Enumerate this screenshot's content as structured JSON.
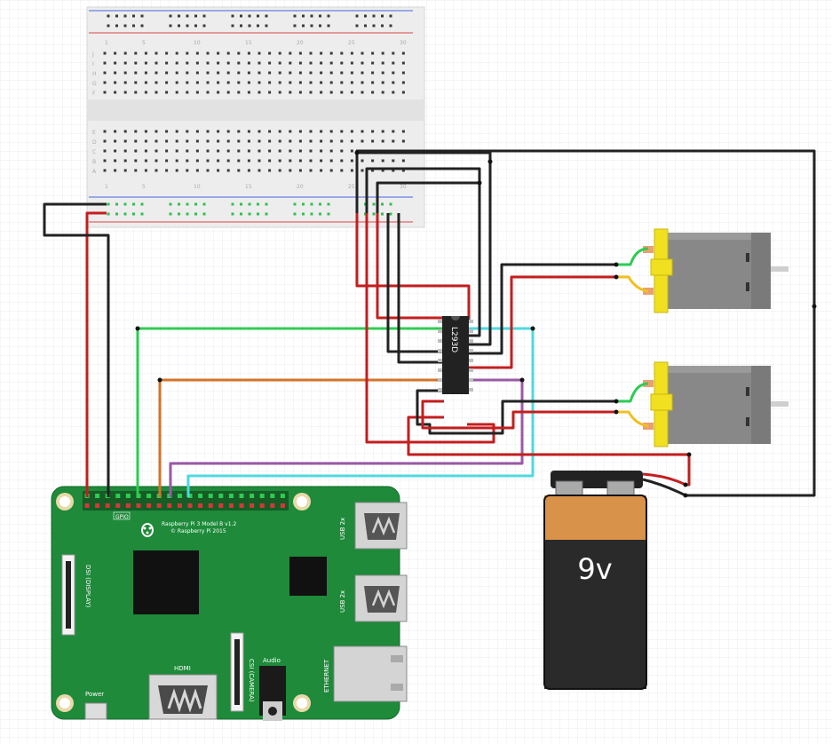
{
  "breadboard": {
    "column_numbers": [
      "1",
      "5",
      "10",
      "15",
      "20",
      "25",
      "30"
    ],
    "row_letters_top": [
      "J",
      "I",
      "H",
      "G",
      "F"
    ],
    "row_letters_bottom": [
      "E",
      "D",
      "C",
      "B",
      "A"
    ]
  },
  "chip": {
    "label": "L293D"
  },
  "raspberry_pi": {
    "title_line1": "Raspberry Pi 3 Model B v1.2",
    "title_line2": "© Raspberry Pi 2015",
    "gpio_label": "GPIO",
    "dsi_label": "DSI (DISPLAY)",
    "csi_label": "CSI (CAMERA)",
    "hdmi_label": "HDMI",
    "audio_label": "Audio",
    "power_label": "Power",
    "usb1_label": "USB 2x",
    "usb2_label": "USB 2x",
    "ethernet_label": "ETHERNET"
  },
  "battery": {
    "label": "9v"
  },
  "colors": {
    "wire_red": "#c41e1e",
    "wire_black": "#222222",
    "wire_green": "#2ecc52",
    "wire_orange": "#d4722a",
    "wire_purple": "#9b59a6",
    "wire_cyan": "#4dd9e0",
    "pcb_green": "#1e8a3a",
    "motor_yellow": "#f0e020",
    "battery_orange": "#d9924a"
  }
}
